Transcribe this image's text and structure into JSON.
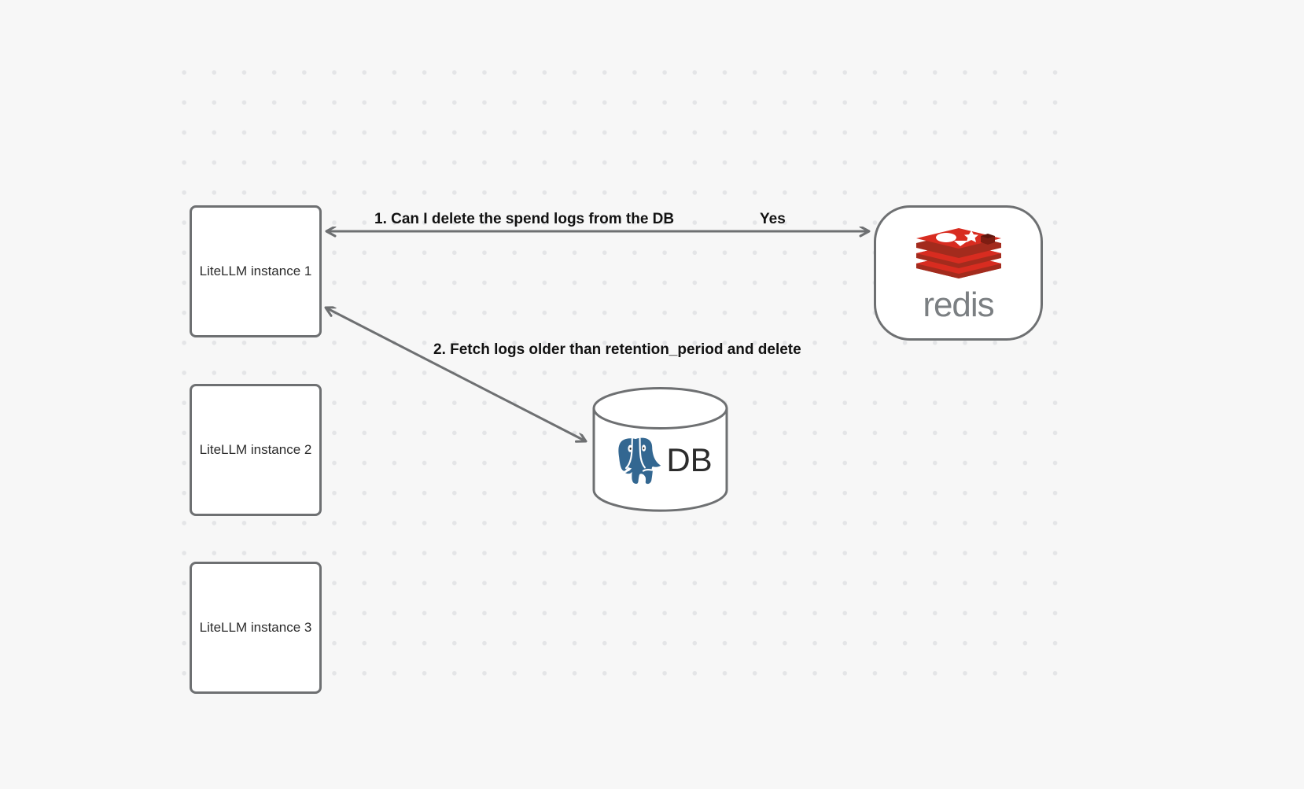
{
  "canvas": {
    "background_color": "#f7f7f7",
    "grid_dot_color": "#e4e5e7",
    "node_border_color": "#6e7072"
  },
  "nodes": [
    {
      "id": "litellm-1",
      "label": "LiteLLM instance 1",
      "shape": "rounded-rect"
    },
    {
      "id": "litellm-2",
      "label": "LiteLLM instance 2",
      "shape": "rounded-rect"
    },
    {
      "id": "litellm-3",
      "label": "LiteLLM instance 3",
      "shape": "rounded-rect"
    }
  ],
  "redis": {
    "wordmark": "redis",
    "wordmark_color": "#7b7f82",
    "logo_color": "#d82c20",
    "logo_color_dark": "#a32b1d",
    "icon_name": "redis-logo-icon"
  },
  "database": {
    "label": "DB",
    "icon_name": "postgresql-elephant-icon",
    "elephant_color": "#336791",
    "shape": "cylinder"
  },
  "edges": [
    {
      "id": "edge-1",
      "label": "1.  Can I delete the spend logs from the DB",
      "from": "litellm-1",
      "to": "redis",
      "bidirectional": true
    },
    {
      "id": "edge-yes",
      "label": "Yes",
      "from": "redis",
      "to": "litellm-1"
    },
    {
      "id": "edge-2",
      "label": "2.  Fetch logs older than retention_period and delete",
      "from": "litellm-1",
      "to": "database",
      "bidirectional": true
    }
  ]
}
